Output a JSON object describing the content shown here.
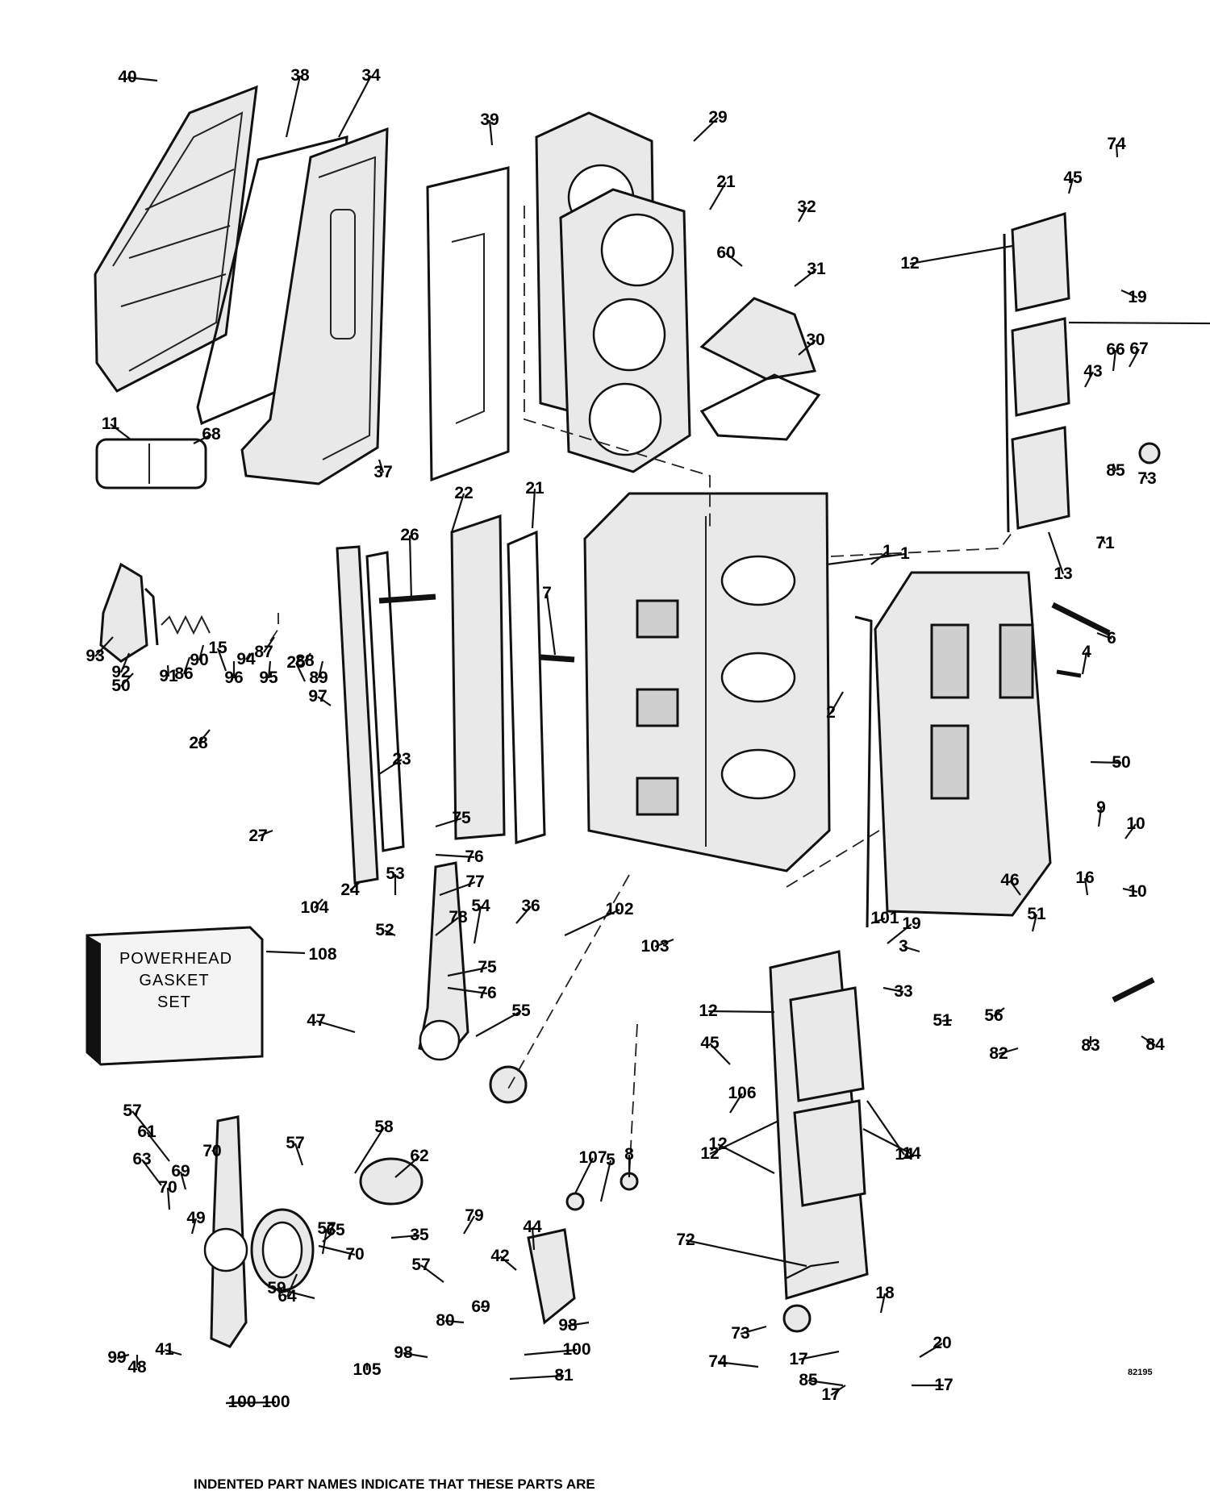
{
  "gasket_set_box": {
    "line1": "POWERHEAD",
    "line2": "GASKET",
    "line3": "SET",
    "callout": "108"
  },
  "drawing_code": "82195",
  "footer_note": "INDENTED PART NAMES INDICATE THAT THESE PARTS ARE",
  "callouts": [
    "1",
    "1",
    "2",
    "3",
    "4",
    "5",
    "6",
    "7",
    "8",
    "9",
    "10",
    "10",
    "11",
    "12",
    "12",
    "12",
    "12",
    "13",
    "14",
    "14",
    "14",
    "15",
    "16",
    "17",
    "17",
    "17",
    "18",
    "19",
    "19",
    "20",
    "21",
    "21",
    "22",
    "23",
    "24",
    "25",
    "26",
    "27",
    "28",
    "29",
    "30",
    "31",
    "32",
    "33",
    "34",
    "35",
    "36",
    "37",
    "38",
    "39",
    "40",
    "41",
    "42",
    "43",
    "44",
    "45",
    "45",
    "46",
    "47",
    "48",
    "49",
    "50",
    "50",
    "51",
    "51",
    "52",
    "53",
    "54",
    "55",
    "56",
    "57",
    "57",
    "57",
    "57",
    "58",
    "59",
    "60",
    "61",
    "62",
    "63",
    "64",
    "65",
    "66",
    "67",
    "68",
    "69",
    "69",
    "70",
    "70",
    "70",
    "71",
    "72",
    "73",
    "73",
    "74",
    "74",
    "75",
    "75",
    "76",
    "76",
    "77",
    "78",
    "79",
    "80",
    "81",
    "82",
    "83",
    "84",
    "85",
    "85",
    "86",
    "87",
    "88",
    "89",
    "90",
    "91",
    "92",
    "93",
    "94",
    "95",
    "96",
    "97",
    "98",
    "98",
    "99",
    "100",
    "100",
    "100",
    "101",
    "102",
    "103",
    "104",
    "105",
    "106",
    "107"
  ]
}
